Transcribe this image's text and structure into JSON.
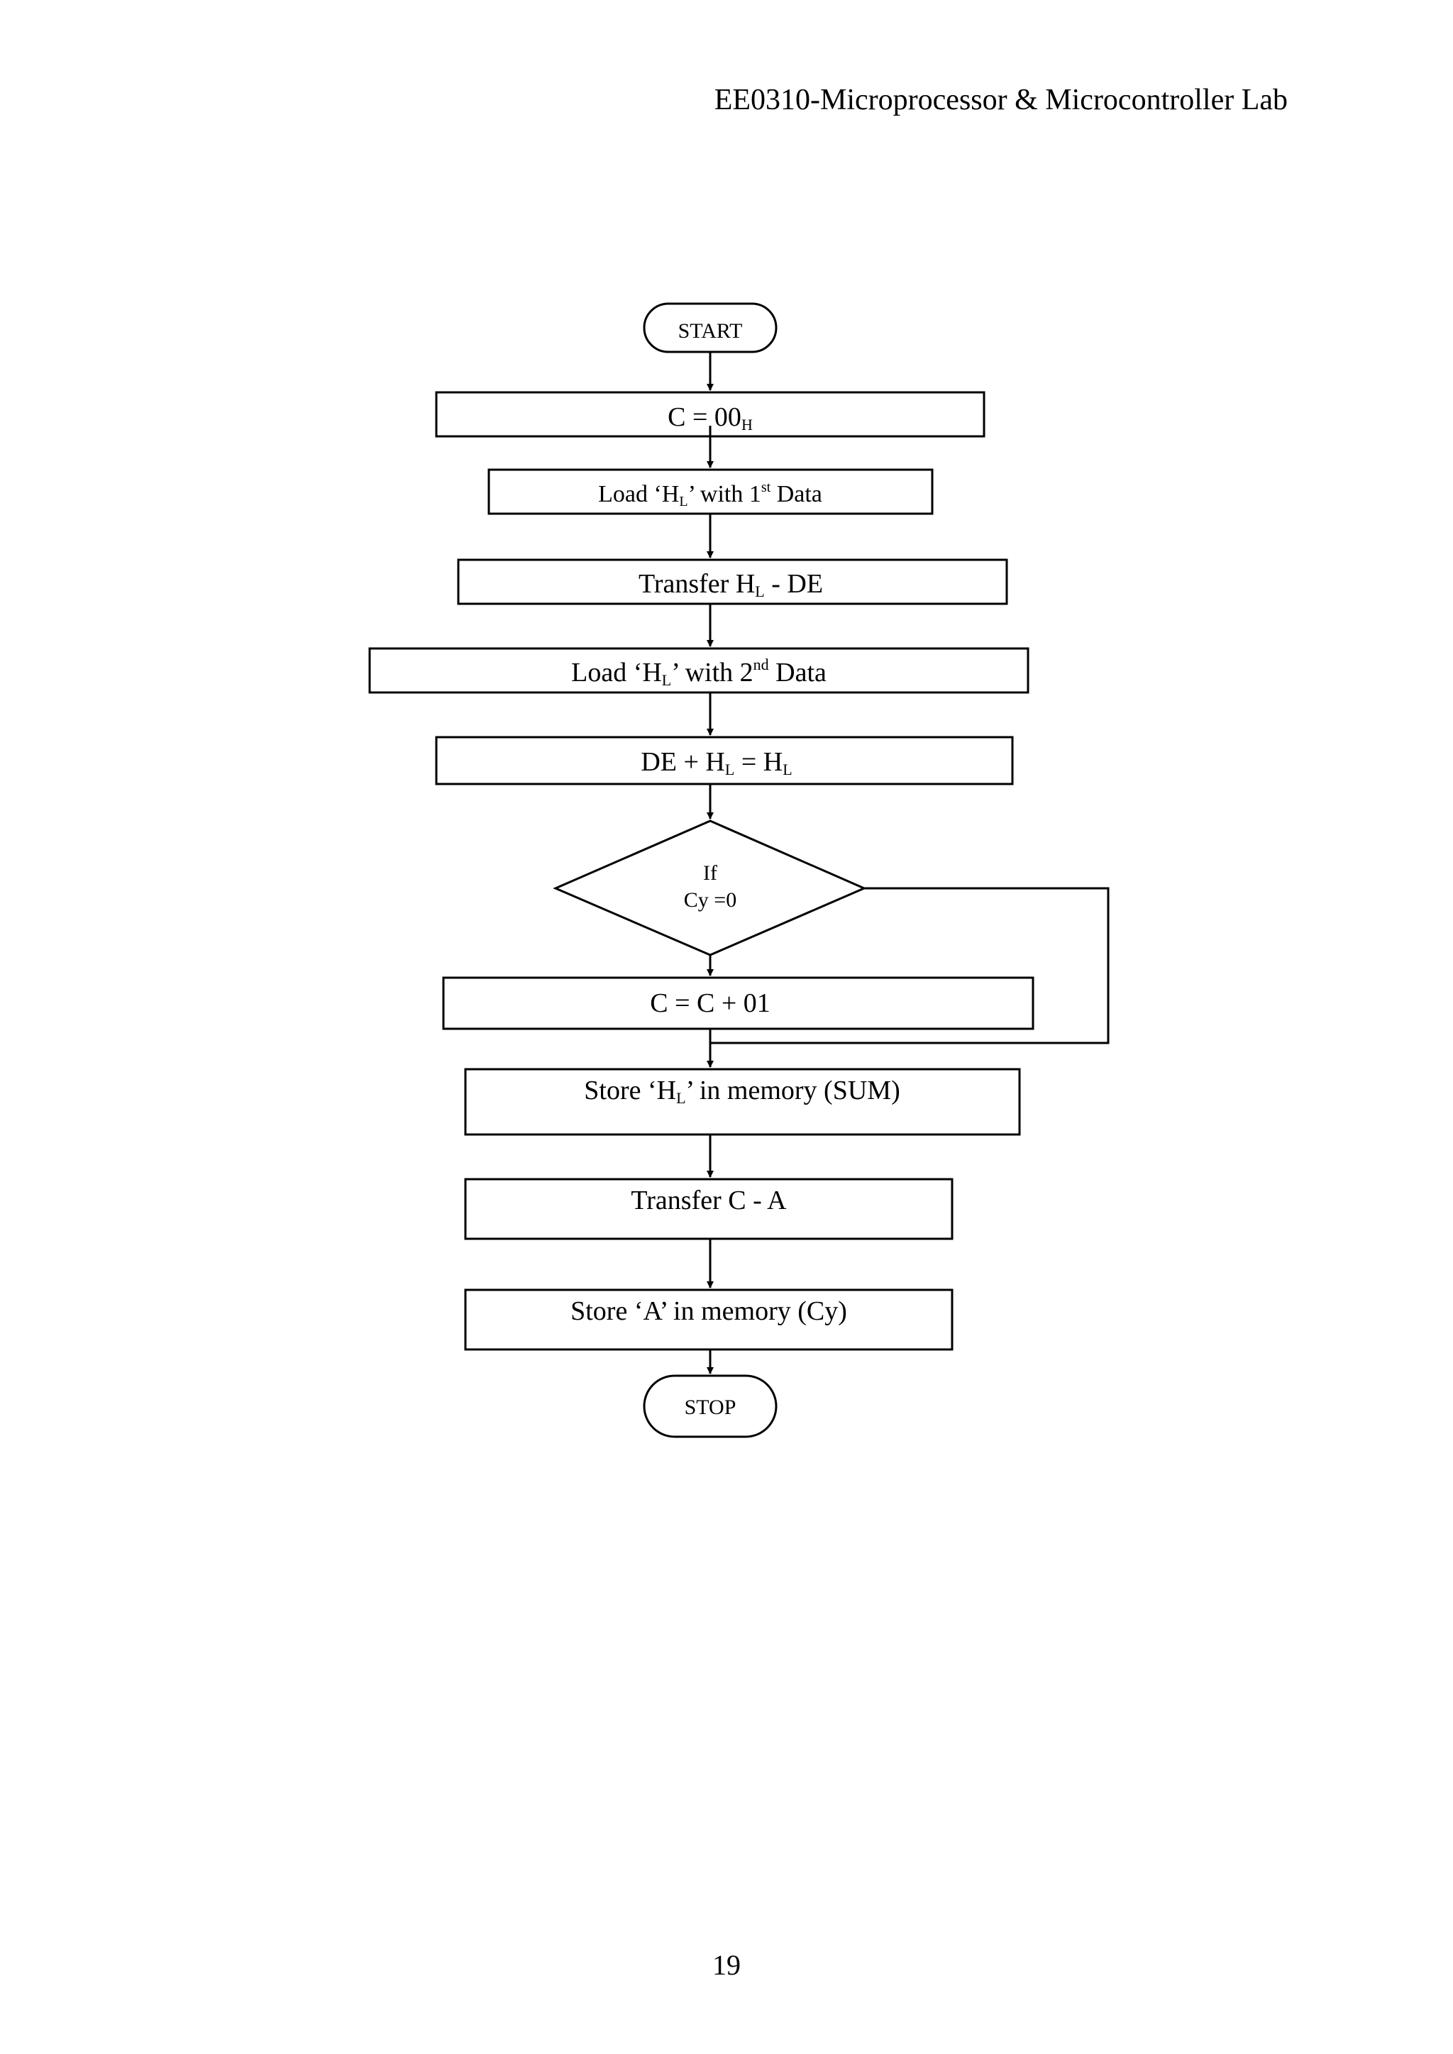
{
  "header": {
    "title": "EE0310-Microprocessor & Microcontroller Lab"
  },
  "footer": {
    "page_number": "19"
  },
  "flowchart": {
    "start": "START",
    "step1": {
      "text": "C = 00",
      "sub": "H"
    },
    "step2": {
      "a": "Load ‘H",
      "sub": "L",
      "b": "’ with 1",
      "sup": "st",
      "c": " Data"
    },
    "step3": {
      "a": "Transfer H",
      "sub": "L",
      "b": " - DE"
    },
    "step4": {
      "a": "Load ‘H",
      "sub": "L",
      "b": "’ with 2",
      "sup": "nd",
      "c": " Data"
    },
    "step5": {
      "a": "DE + H",
      "sub1": "L",
      "b": " = H",
      "sub2": "L"
    },
    "decision": {
      "line1": "If",
      "line2": "Cy =0"
    },
    "step6": "C = C + 01",
    "step7": {
      "a": "Store ‘H",
      "sub": "L",
      "b": "’ in memory (SUM)"
    },
    "step8": "Transfer C - A",
    "step9": "Store ‘A’ in memory (Cy)",
    "stop": "STOP"
  }
}
